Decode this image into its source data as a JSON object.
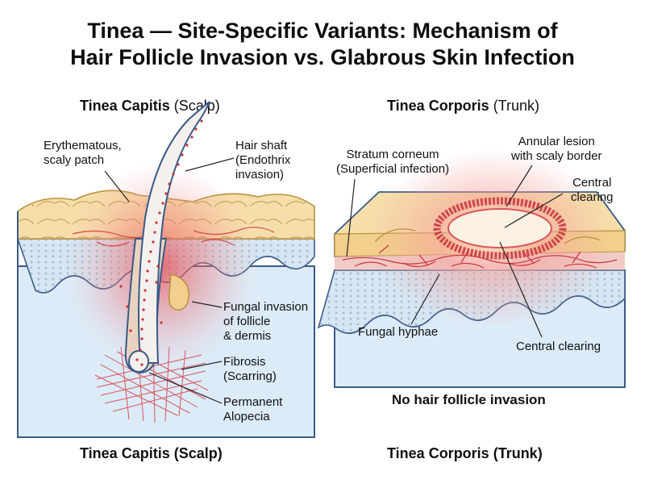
{
  "title": {
    "line1": "Tinea — Site-Specific Variants: Mechanism of",
    "line2": "Hair Follicle Invasion vs. Glabrous Skin Infection"
  },
  "left_panel": {
    "heading_bold": "Tinea Capitis",
    "heading_rest": "(Scalp)",
    "labels": {
      "erythematous_1": "Erythematous,",
      "erythematous_2": "scaly patch",
      "hair_shaft_1": "Hair shaft",
      "hair_shaft_2": "(Endothrix",
      "hair_shaft_3": "invasion)",
      "fungal_invasion_1": "Fungal invasion",
      "fungal_invasion_2": "of follicle",
      "fungal_invasion_3": "& dermis",
      "fibrosis_1": "Fibrosis",
      "fibrosis_2": "(Scarring)",
      "alopecia_1": "Permanent",
      "alopecia_2": "Alopecia"
    },
    "bottom_caption": "Tinea Capitis (Scalp)"
  },
  "right_panel": {
    "heading_bold": "Tinea Corporis",
    "heading_rest": "(Trunk)",
    "labels": {
      "stratum_1": "Stratum corneum",
      "stratum_2": "(Superficial infection)",
      "annular_1": "Annular lesion",
      "annular_2": "with scaly border",
      "central_top_1": "Central",
      "central_top_2": "clearing",
      "hyphae": "Fungal hyphae",
      "central_bottom": "Central clearing"
    },
    "note": "No hair follicle invasion",
    "bottom_caption": "Tinea Corporis (Trunk)"
  },
  "colors": {
    "epidermis": "#f6deaa",
    "dermis_wave": "#d6e6f2",
    "dermis": "#dcebf8",
    "outline": "#3a5a86",
    "inflammation": "#e8484f",
    "hair": "#f3f0ee"
  }
}
